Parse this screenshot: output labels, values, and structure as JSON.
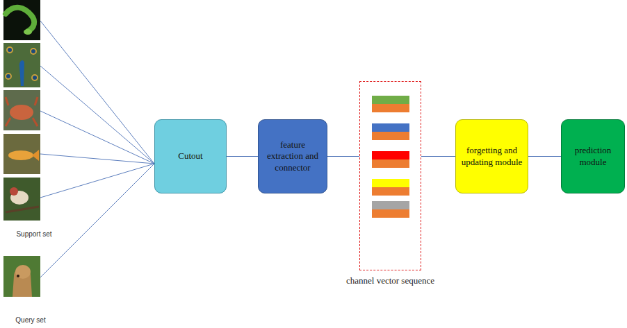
{
  "diagram": {
    "nodes": [
      {
        "text": [
          "Cutout"
        ]
      },
      {
        "text": [
          "feature extraction and connector"
        ]
      },
      {
        "text": [
          "channel vector sequence"
        ]
      },
      {
        "text": [
          "forgetting and updating module"
        ]
      },
      {
        "text": [
          "prediction module"
        ]
      }
    ],
    "edges": [
      {
        "from": 0,
        "to": 1,
        "arrow": "none"
      },
      {
        "from": 1,
        "to": 2,
        "arrow": "none"
      },
      {
        "from": 2,
        "to": 3,
        "arrow": "none"
      },
      {
        "from": 3,
        "to": 4,
        "arrow": "none"
      }
    ],
    "labels": [
      "Support set",
      "Query set"
    ]
  }
}
